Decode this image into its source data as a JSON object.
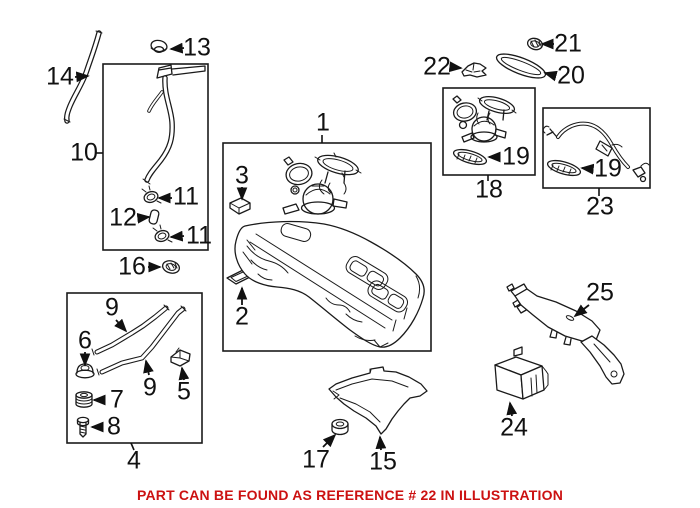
{
  "diagram": {
    "caption": "PART CAN BE FOUND AS REFERENCE # 22 IN ILLUSTRATION",
    "caption_color": "#cc1111",
    "line_color": "#1a1a1a",
    "background_color": "#ffffff",
    "callouts": {
      "c1": "1",
      "c2": "2",
      "c3": "3",
      "c4": "4",
      "c5": "5",
      "c6": "6",
      "c7": "7",
      "c8": "8",
      "c9a": "9",
      "c9b": "9",
      "c10": "10",
      "c11a": "11",
      "c11b": "11",
      "c12": "12",
      "c13": "13",
      "c14": "14",
      "c15": "15",
      "c16": "16",
      "c17": "17",
      "c18": "18",
      "c19a": "19",
      "c19b": "19",
      "c20": "20",
      "c21": "21",
      "c22": "22",
      "c23": "23",
      "c24": "24",
      "c25": "25"
    }
  }
}
